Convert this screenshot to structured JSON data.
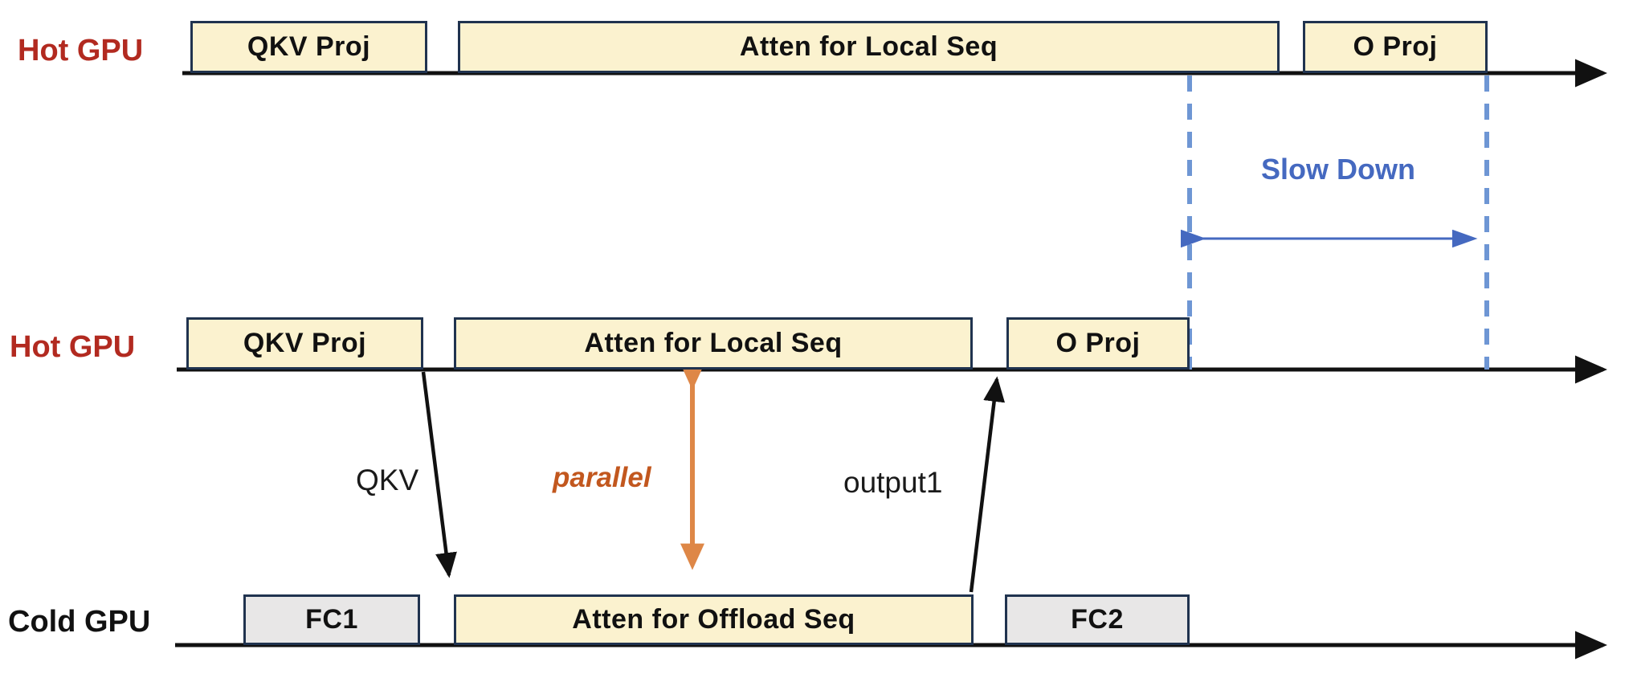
{
  "diagram": {
    "title_hint": "GPU timeline diagram: hot GPU slowdown vs parallel offload to cold GPU",
    "rows": [
      {
        "label": "Hot GPU",
        "tasks": [
          {
            "label": "QKV Proj"
          },
          {
            "label": "Atten for Local Seq"
          },
          {
            "label": "O Proj"
          }
        ]
      },
      {
        "label": "Hot GPU",
        "tasks": [
          {
            "label": "QKV Proj"
          },
          {
            "label": "Atten for Local Seq"
          },
          {
            "label": "O Proj"
          }
        ]
      },
      {
        "label": "Cold GPU",
        "tasks": [
          {
            "label": "FC1"
          },
          {
            "label": "Atten for Offload Seq"
          },
          {
            "label": "FC2"
          }
        ]
      }
    ],
    "annotations": {
      "slow_down": "Slow Down",
      "qkv": "QKV",
      "parallel": "parallel",
      "output1": "output1"
    },
    "colors": {
      "task_fill_warm": "#FBF2CF",
      "task_fill_gray": "#E8E7E7",
      "task_border": "#20334F",
      "hot_label_red": "#B22A20",
      "cold_label_black": "#111111",
      "slow_down_blue": "#4569C0",
      "dashed_guide_blue": "#6E96D4",
      "parallel_text_orange": "#C2571E",
      "parallel_arrow_orange": "#DE8747",
      "timeline_black": "#111111"
    }
  }
}
